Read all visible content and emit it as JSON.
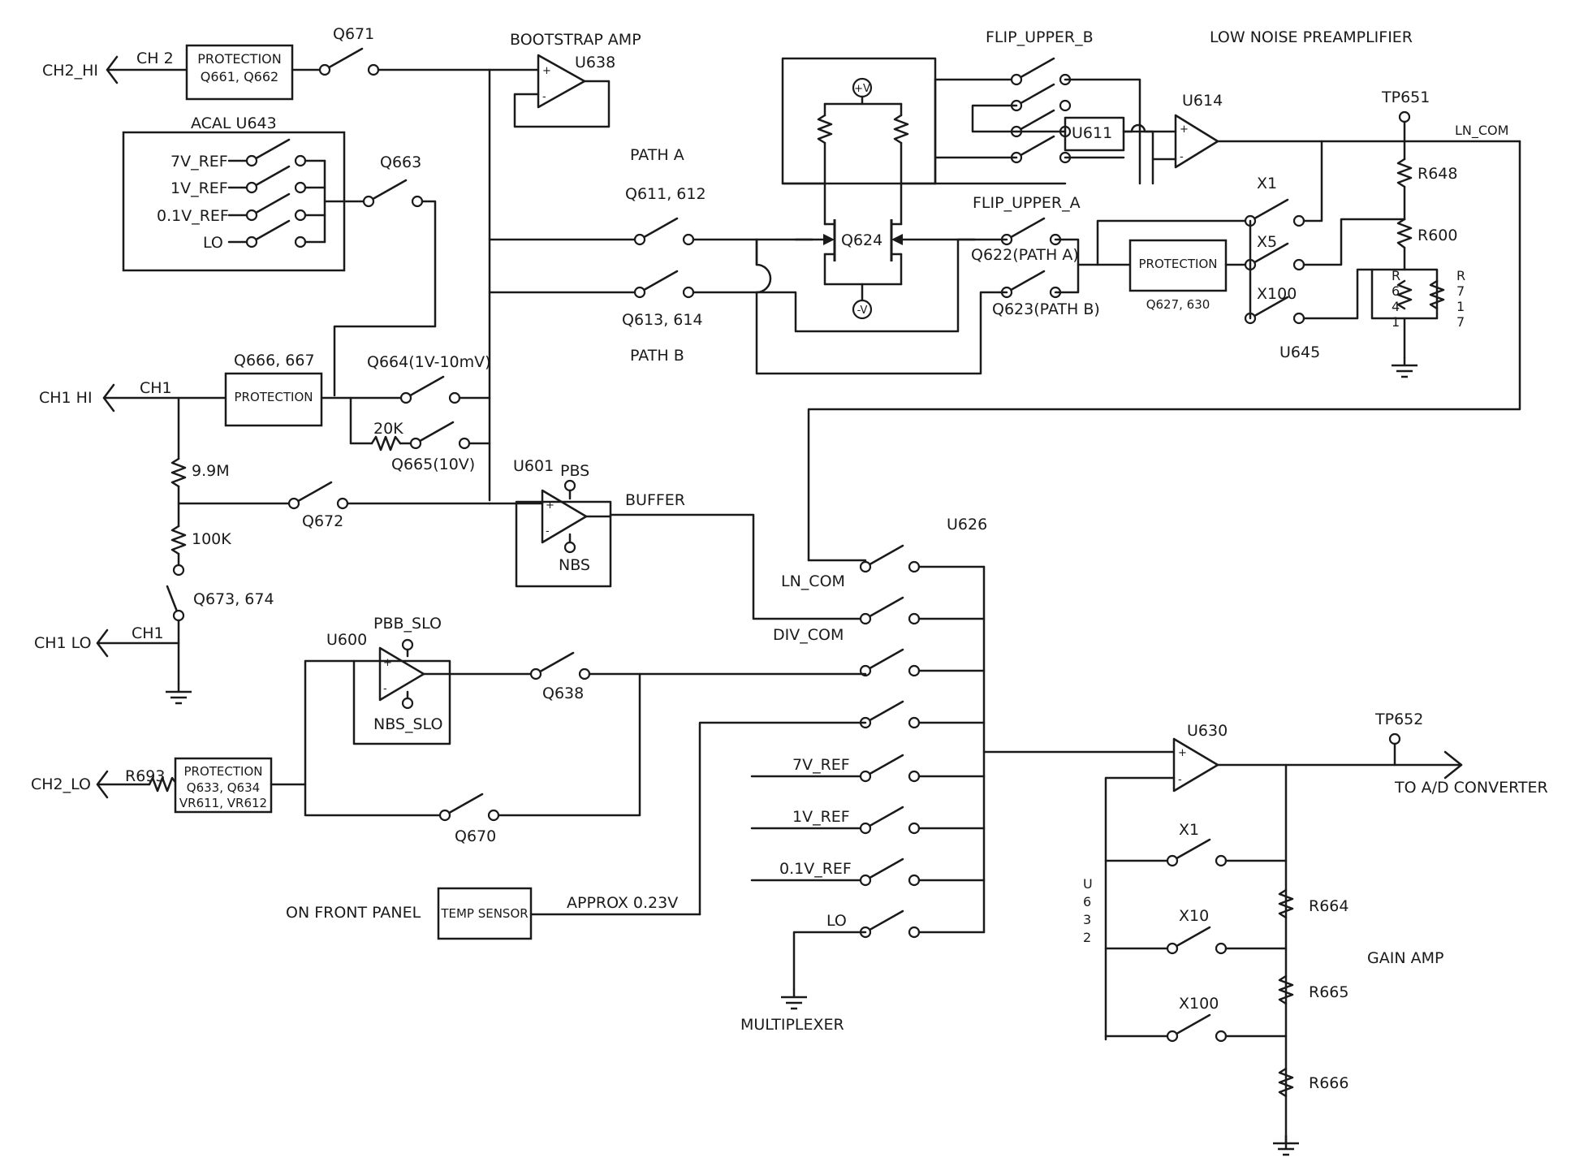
{
  "labels": {
    "ch2_hi": "CH2_HI",
    "ch2_tag": "CH 2",
    "prot_ch2_title": "PROTECTION",
    "prot_ch2_parts": "Q661, Q662",
    "q671": "Q671",
    "bootstrap_amp": "BOOTSTRAP AMP",
    "u638": "U638",
    "flip_upper_b": "FLIP_UPPER_B",
    "low_noise_preamp": "LOW NOISE PREAMPLIFIER",
    "acal": "ACAL U643",
    "ref7": "7V_REF",
    "ref1": "1V_REF",
    "ref01": "0.1V_REF",
    "lo": "LO",
    "q663": "Q663",
    "path_a": "PATH A",
    "q611": "Q611, 612",
    "q613": "Q613, 614",
    "path_b": "PATH B",
    "q624": "Q624",
    "pos_v": "+V",
    "neg_v": "-V",
    "u611": "U611",
    "u614": "U614",
    "tp651": "TP651",
    "ln_com": "LN_COM",
    "r648": "R648",
    "r600": "R600",
    "flip_upper_a": "FLIP_UPPER_A",
    "x1": "X1",
    "x5": "X5",
    "x100": "X100",
    "q622": "Q622(PATH A)",
    "q623": "Q623(PATH B)",
    "prot_mid_title": "PROTECTION",
    "prot_mid_parts": "Q627, 630",
    "r641": "R641",
    "r717": "R717",
    "u645": "U645",
    "q666": "Q666, 667",
    "ch1_hi": "CH1 HI",
    "ch1_tag": "CH1",
    "prot_ch1_title": "PROTECTION",
    "q664": "Q664(1V-10mV)",
    "r20k": "20K",
    "q665": "Q665(10V)",
    "r99m": "9.9M",
    "r100k": "100K",
    "q672": "Q672",
    "u601": "U601",
    "pbs": "PBS",
    "nbs": "NBS",
    "buffer": "BUFFER",
    "u626": "U626",
    "ln_com_in": "LN_COM",
    "div_com": "DIV_COM",
    "q673": "Q673, 674",
    "ch1_lo": "CH1 LO",
    "ch1_lo_tag": "CH1",
    "u600": "U600",
    "pbb_slo": "PBB_SLO",
    "nbs_slo": "NBS_SLO",
    "q638": "Q638",
    "ch2_lo": "CH2_LO",
    "r693": "R693",
    "prot_ch2lo_title": "PROTECTION",
    "prot_ch2lo_l2": "Q633, Q634",
    "prot_ch2lo_l3": "VR611, VR612",
    "q670": "Q670",
    "mux_7v": "7V_REF",
    "mux_1v": "1V_REF",
    "mux_01v": "0.1V_REF",
    "mux_lo": "LO",
    "multiplexer": "MULTIPLEXER",
    "on_front_panel": "ON FRONT PANEL",
    "temp_sensor": "TEMP SENSOR",
    "approx": "APPROX 0.23V",
    "u630": "U630",
    "tp652": "TP652",
    "to_ad": "TO A/D CONVERTER",
    "g_x1": "X1",
    "g_x10": "X10",
    "g_x100": "X100",
    "u632": "U632",
    "r664": "R664",
    "r665": "R665",
    "r666": "R666",
    "gain_amp": "GAIN AMP"
  }
}
